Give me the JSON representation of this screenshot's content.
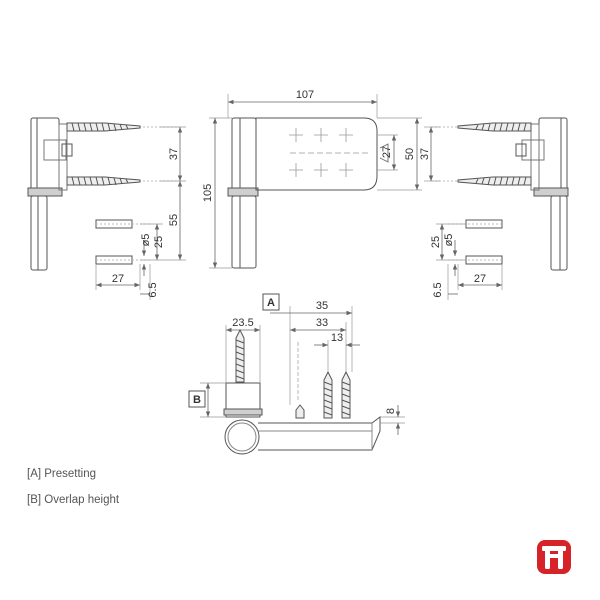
{
  "dimensions": {
    "left": {
      "d37": "37",
      "d55": "55",
      "dphi5": "ø5",
      "d25": "25",
      "d27": "27",
      "d65": "6.5"
    },
    "front": {
      "d107": "107",
      "d105": "105",
      "d27": "27",
      "d50": "50"
    },
    "right": {
      "d37": "37",
      "d25": "25",
      "dphi5": "ø5",
      "d65": "6.5",
      "d27": "27"
    },
    "bottom": {
      "d235": "23.5",
      "d35": "35",
      "d33": "33",
      "d13": "13",
      "d8": "8"
    }
  },
  "callouts": {
    "a": "A",
    "b": "B"
  },
  "legend": {
    "a": "[A] Presetting",
    "b": "[B] Overlap height"
  },
  "colors": {
    "line": "#555555",
    "dimension": "#888888",
    "brand": "#d6232a"
  },
  "icons": {
    "logo": "tt-logo-icon"
  }
}
